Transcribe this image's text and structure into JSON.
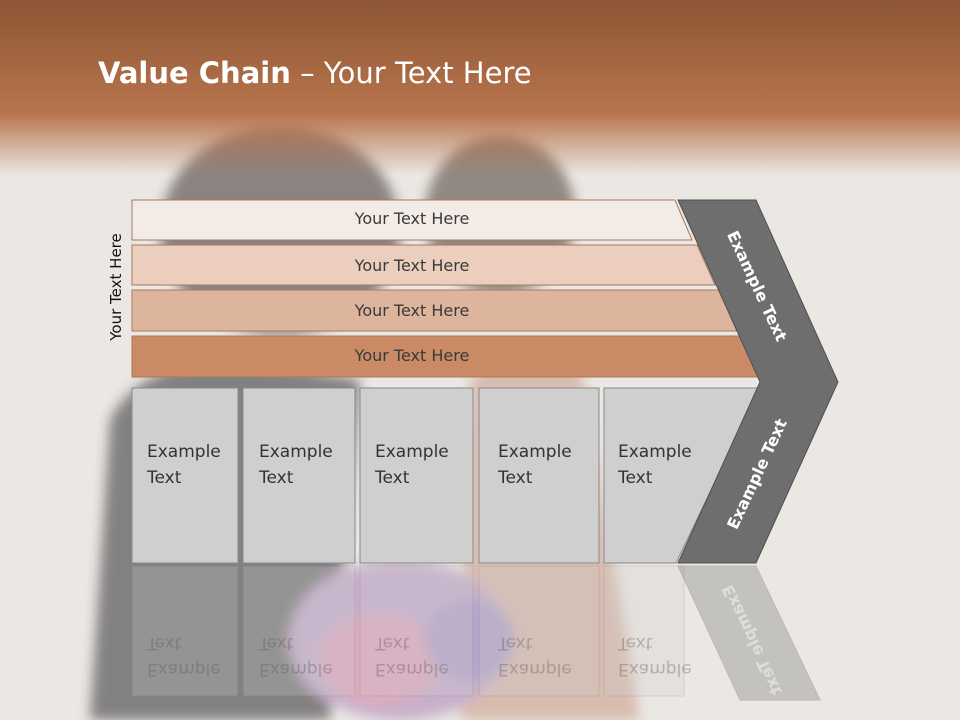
{
  "title": {
    "bold": "Value Chain",
    "rest": " – Your Text Here"
  },
  "side_label": "Your Text Here",
  "bars": [
    {
      "label": "Your Text Here",
      "color": "#f3ebe6"
    },
    {
      "label": "Your Text Here",
      "color": "#ebcebd"
    },
    {
      "label": "Your Text Here",
      "color": "#ddb49c"
    },
    {
      "label": "Your Text Here",
      "color": "#c98a65"
    }
  ],
  "columns": [
    {
      "line1": "Example",
      "line2": "Text"
    },
    {
      "line1": "Example",
      "line2": "Text"
    },
    {
      "line1": "Example",
      "line2": "Text"
    },
    {
      "line1": "Example",
      "line2": "Text"
    },
    {
      "line1": "Example",
      "line2": "Text"
    }
  ],
  "chevron": {
    "upper": "Example Text",
    "lower": "Example Text",
    "color": "#6e6e6e"
  },
  "header_color": "#b06d45"
}
